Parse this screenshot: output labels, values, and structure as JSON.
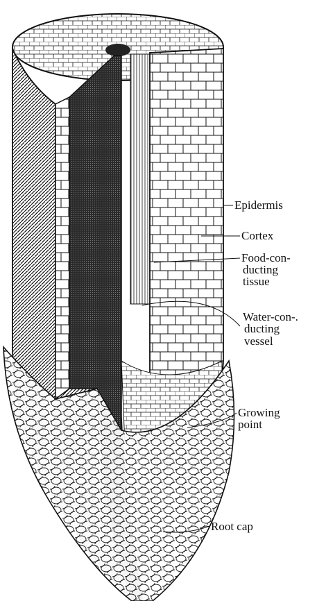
{
  "colors": {
    "ink": "#111111",
    "paper": "#ffffff",
    "shade": "#2a2a2a"
  },
  "labels": {
    "epidermis": "Epidermis",
    "cortex": "Cortex",
    "food_1": "Food-con-",
    "food_2": "ducting",
    "food_3": "tissue",
    "water_1": "Water-con-.",
    "water_2": "ducting",
    "water_3": "vessel",
    "grow_1": "Growing",
    "grow_2": "point",
    "rootcap": "Root cap"
  }
}
